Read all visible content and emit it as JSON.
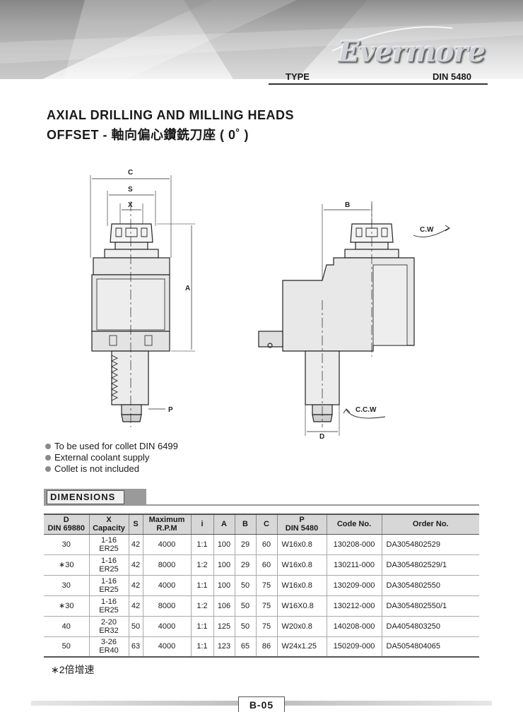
{
  "header": {
    "brand": "Evermore",
    "type_label": "TYPE",
    "standard": "DIN 5480"
  },
  "title": {
    "line1": "AXIAL DRILLING AND MILLING HEADS",
    "line2": "OFFSET - 軸向偏心鑽銑刀座 ( 0˚ )"
  },
  "drawing": {
    "dim_c": "C",
    "dim_s": "S",
    "dim_x": "X",
    "dim_a": "A",
    "dim_p": "P",
    "dim_b": "B",
    "dim_d": "D",
    "cw": "C.W",
    "ccw": "C.C.W"
  },
  "features": [
    "To be used for collet DIN 6499",
    "External coolant supply",
    "Collet is not included"
  ],
  "dimensions": {
    "section_title": "DIMENSIONS",
    "headers": [
      [
        "D",
        "DIN 69880"
      ],
      [
        "X",
        "Capacity"
      ],
      [
        "S"
      ],
      [
        "Maximum",
        "R.P.M"
      ],
      [
        "i"
      ],
      [
        "A"
      ],
      [
        "B"
      ],
      [
        "C"
      ],
      [
        "P",
        "DIN 5480"
      ],
      [
        "Code No."
      ],
      [
        "Order No."
      ]
    ],
    "rows": [
      {
        "d": "30",
        "x1": "1-16",
        "x2": "ER25",
        "s": "42",
        "rpm": "4000",
        "i": "1:1",
        "a": "100",
        "b": "29",
        "c": "60",
        "p": "W16x0.8",
        "code": "130208-000",
        "order": "DA3054802529"
      },
      {
        "d": "∗30",
        "x1": "1-16",
        "x2": "ER25",
        "s": "42",
        "rpm": "8000",
        "i": "1:2",
        "a": "100",
        "b": "29",
        "c": "60",
        "p": "W16x0.8",
        "code": "130211-000",
        "order": "DA3054802529/1"
      },
      {
        "d": "30",
        "x1": "1-16",
        "x2": "ER25",
        "s": "42",
        "rpm": "4000",
        "i": "1:1",
        "a": "100",
        "b": "50",
        "c": "75",
        "p": "W16x0.8",
        "code": "130209-000",
        "order": "DA3054802550"
      },
      {
        "d": "∗30",
        "x1": "1-16",
        "x2": "ER25",
        "s": "42",
        "rpm": "8000",
        "i": "1:2",
        "a": "106",
        "b": "50",
        "c": "75",
        "p": "W16X0.8",
        "code": "130212-000",
        "order": "DA3054802550/1"
      },
      {
        "d": "40",
        "x1": "2-20",
        "x2": "ER32",
        "s": "50",
        "rpm": "4000",
        "i": "1:1",
        "a": "125",
        "b": "50",
        "c": "75",
        "p": "W20x0.8",
        "code": "140208-000",
        "order": "DA4054803250"
      },
      {
        "d": "50",
        "x1": "3-26",
        "x2": "ER40",
        "s": "63",
        "rpm": "4000",
        "i": "1:1",
        "a": "123",
        "b": "65",
        "c": "86",
        "p": "W24x1.25",
        "code": "150209-000",
        "order": "DA5054804065"
      }
    ]
  },
  "note": "∗2倍增速",
  "page_number": "B-05"
}
